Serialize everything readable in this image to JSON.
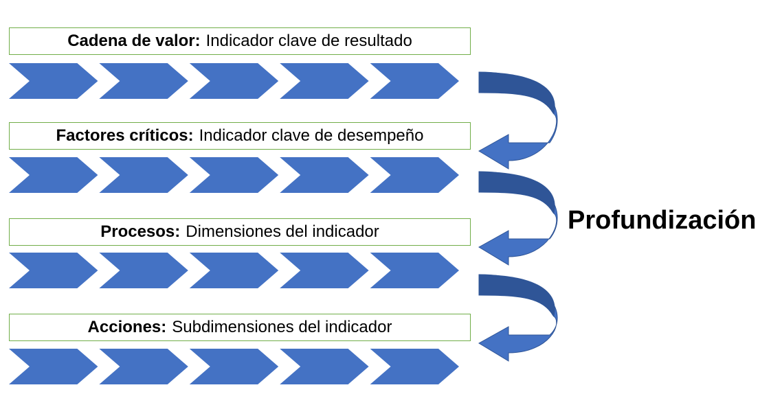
{
  "levels": [
    {
      "term": "Cadena de valor:",
      "description": "Indicador clave de resultado",
      "steps": 5
    },
    {
      "term": "Factores críticos:",
      "description": "Indicador clave de desempeño",
      "steps": 5
    },
    {
      "term": "Procesos:",
      "description": "Dimensiones del indicador",
      "steps": 5
    },
    {
      "term": "Acciones:",
      "description": "Subdimensiones del indicador",
      "steps": 5
    }
  ],
  "side_label": "Profundización",
  "colors": {
    "chevron": "#4472c4",
    "box_border": "#70ad47",
    "arrow_dark": "#2f5597",
    "arrow_light": "#4472c4"
  }
}
